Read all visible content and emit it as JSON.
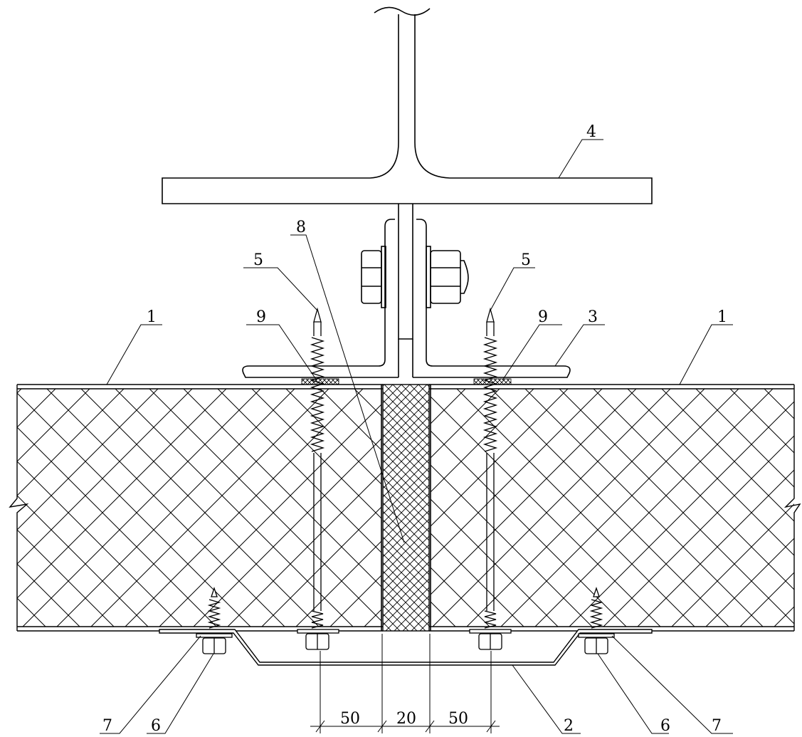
{
  "callouts": [
    "1",
    "1",
    "2",
    "3",
    "4",
    "5",
    "5",
    "6",
    "6",
    "7",
    "7",
    "8",
    "9",
    "9"
  ],
  "dimensions": [
    "50",
    "20",
    "50"
  ],
  "colors": {
    "line": "#000000",
    "background": "#ffffff"
  }
}
